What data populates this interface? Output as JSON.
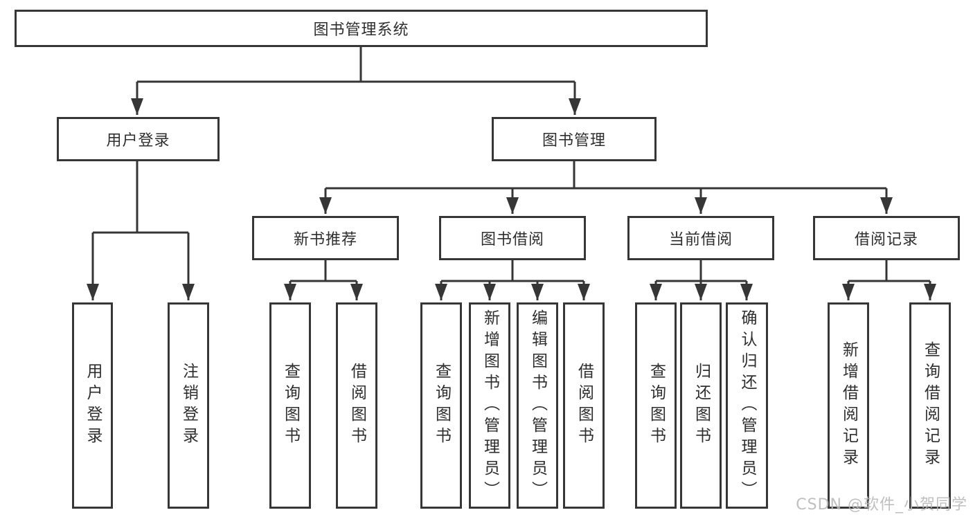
{
  "tree": {
    "label": "图书管理系统",
    "children": [
      {
        "label": "用户登录",
        "children": [
          {
            "label": "用户登录"
          },
          {
            "label": "注销登录"
          }
        ]
      },
      {
        "label": "图书管理",
        "children": [
          {
            "label": "新书推荐",
            "children": [
              {
                "label": "查询图书"
              },
              {
                "label": "借阅图书"
              }
            ]
          },
          {
            "label": "图书借阅",
            "children": [
              {
                "label": "查询图书"
              },
              {
                "label": "新增图书（管理员）"
              },
              {
                "label": "编辑图书（管理员）"
              },
              {
                "label": "借阅图书"
              }
            ]
          },
          {
            "label": "当前借阅",
            "children": [
              {
                "label": "查询图书"
              },
              {
                "label": "归还图书"
              },
              {
                "label": "确认归还（管理员）"
              }
            ]
          },
          {
            "label": "借阅记录",
            "children": [
              {
                "label": "新增借阅记录"
              },
              {
                "label": "查询借阅记录"
              }
            ]
          }
        ]
      }
    ]
  },
  "watermark": {
    "text": "CSDN @软件_小贺同学",
    "color": "#b9b9b9"
  },
  "colors": {
    "line": "#363636",
    "text": "#2e2e2e",
    "background": "#ffffff"
  }
}
